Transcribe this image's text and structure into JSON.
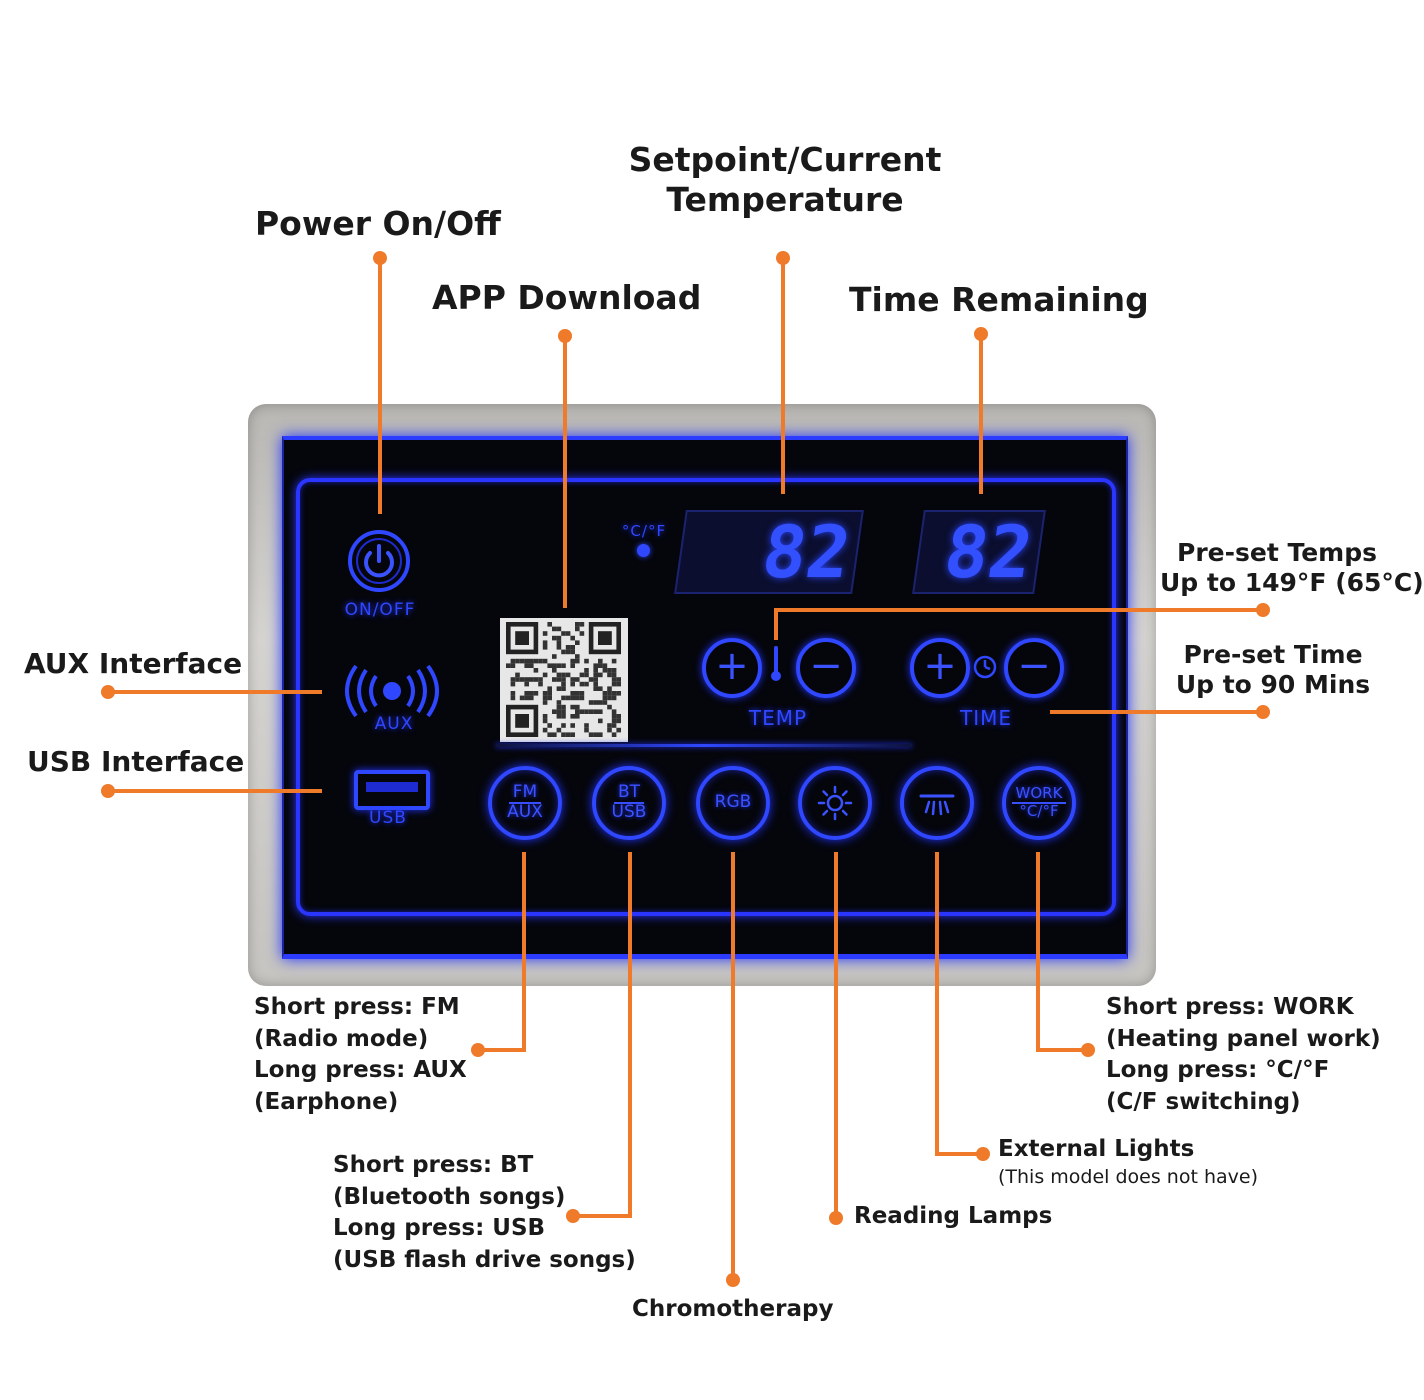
{
  "labels": {
    "power": "Power On/Off",
    "setpoint_line1": "Setpoint/Current",
    "setpoint_line2": "Temperature",
    "app": "APP Download",
    "time_remaining": "Time Remaining",
    "preset_temps_line1": "Pre-set Temps",
    "preset_temps_line2": "Up to 149°F (65°C)",
    "preset_time_line1": "Pre-set Time",
    "preset_time_line2": "Up to 90 Mins",
    "aux": "AUX Interface",
    "usb": "USB Interface",
    "fm_lines": [
      "Short press: FM",
      "(Radio mode)",
      "Long press:  AUX",
      "(Earphone)"
    ],
    "bt_lines": [
      "Short press: BT",
      "(Bluetooth songs)",
      "Long press:  USB",
      "(USB flash drive songs)"
    ],
    "chromotherapy": "Chromotherapy",
    "reading_lamps": "Reading Lamps",
    "external_lights": "External Lights",
    "external_lights_note": "(This model does not have)",
    "work_lines": [
      "Short press: WORK",
      "(Heating panel work)",
      "Long press:  °C/°F",
      "(C/F switching)"
    ]
  },
  "panel": {
    "onoff_label": "ON/OFF",
    "aux_label": "AUX",
    "usb_label": "USB",
    "unit_indicator": "°C/°F",
    "temp_display": "82",
    "time_display": "82",
    "temp_label": "TEMP",
    "time_label": "TIME",
    "plus": "+",
    "minus": "−",
    "buttons": {
      "fm_top": "FM",
      "fm_bottom": "AUX",
      "bt_top": "BT",
      "bt_bottom": "USB",
      "rgb": "RGB",
      "work_top": "WORK",
      "work_bottom": "°C/°F"
    }
  },
  "colors": {
    "leader": "#ee7a2a",
    "panel_glow": "#2f47ff",
    "frame": "#c8c6c2"
  }
}
